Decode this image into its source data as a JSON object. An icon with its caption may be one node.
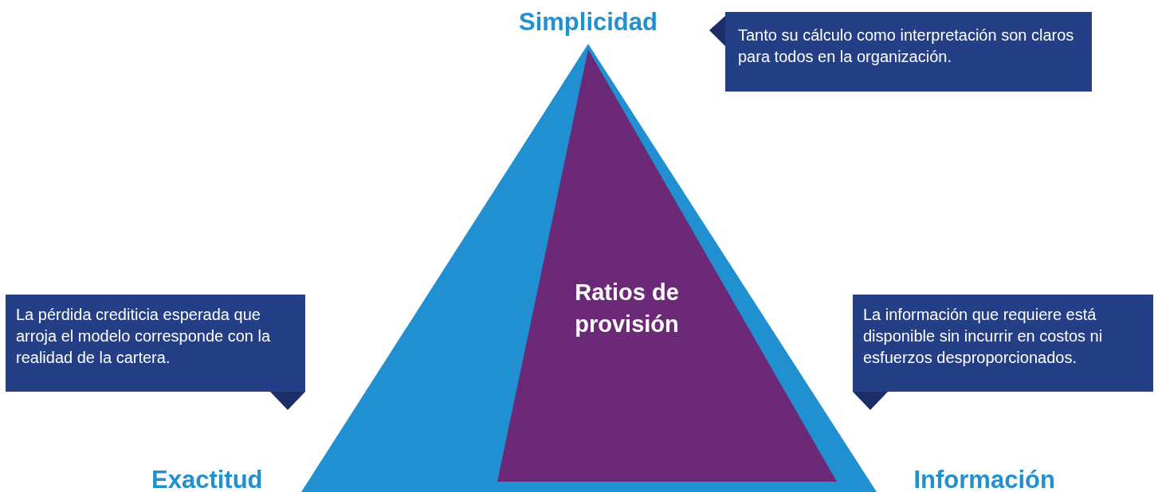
{
  "diagram": {
    "nodes": [
      {
        "text": [
          "Tanto su cálculo como interpretación son claros para todos en la organización."
        ]
      },
      {
        "text": [
          "Ratios de provisión"
        ]
      },
      {
        "text": [
          "La pérdida crediticia esperada que arroja el modelo corresponde con la realidad de la cartera."
        ]
      },
      {
        "text": [
          "La información que requiere está disponible sin incurrir en costos ni esfuerzos desproporcionados."
        ]
      }
    ],
    "edges": [],
    "labels": [
      "Simplicidad",
      "Exactitud",
      "Información"
    ]
  }
}
